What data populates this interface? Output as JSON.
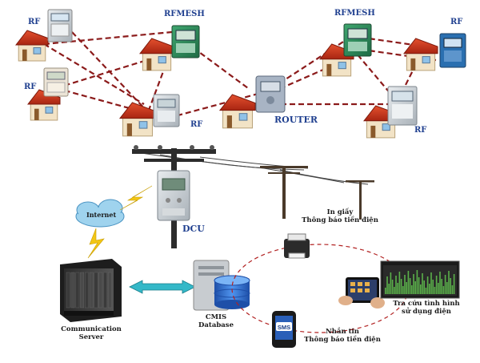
{
  "labels": {
    "rf": "RF",
    "rfmesh": "RFMESH",
    "router": "ROUTER",
    "dcu": "DCU",
    "internet": "Internet",
    "server_line1": "Communication",
    "server_line2": "Server",
    "db_line1": "CMIS",
    "db_line2": "Database",
    "print_line1": "In giấy",
    "print_line2": "Thông báo tiền điện",
    "lookup_line1": "Tra cứu tình hình",
    "lookup_line2": "sử dụng điện",
    "sms_line1": "Nhắn tin",
    "sms_line2": "Thông báo tiền điện",
    "sms_badge": "SMS"
  },
  "colors": {
    "mesh_link": "#8b1a1a",
    "label_blue": "#1f3f8f",
    "house_wall": "#f2e3c6",
    "house_roof": "#c8341e",
    "meter_green": "#2e8b57",
    "meter_grey": "#c9ced3",
    "db_blue": "#2f6fd0",
    "cloud": "#9fd3ee",
    "bolt": "#f3c614"
  }
}
